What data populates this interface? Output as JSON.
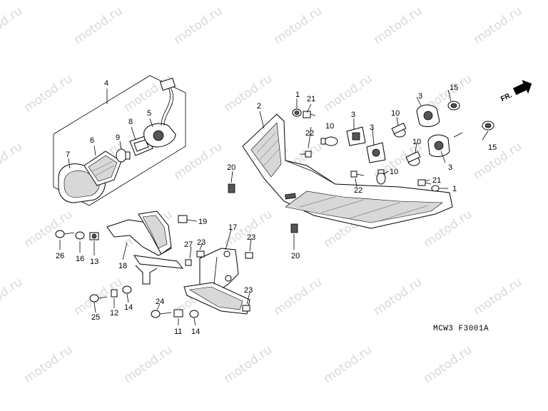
{
  "watermark": "motod.ru",
  "diagram_code": "MCW3 F3001A",
  "front_indicator": "FR.",
  "callouts": {
    "n1": "1",
    "n2": "2",
    "n3": "3",
    "n4": "4",
    "n5": "5",
    "n6": "6",
    "n7": "7",
    "n8": "8",
    "n9": "9",
    "n10": "10",
    "n11": "11",
    "n12": "12",
    "n13": "13",
    "n14": "14",
    "n15": "15",
    "n16": "16",
    "n17": "17",
    "n18": "18",
    "n19": "19",
    "n20": "20",
    "n21": "21",
    "n22": "22",
    "n23": "23",
    "n24": "24",
    "n25": "25",
    "n26": "26",
    "n27": "27"
  }
}
